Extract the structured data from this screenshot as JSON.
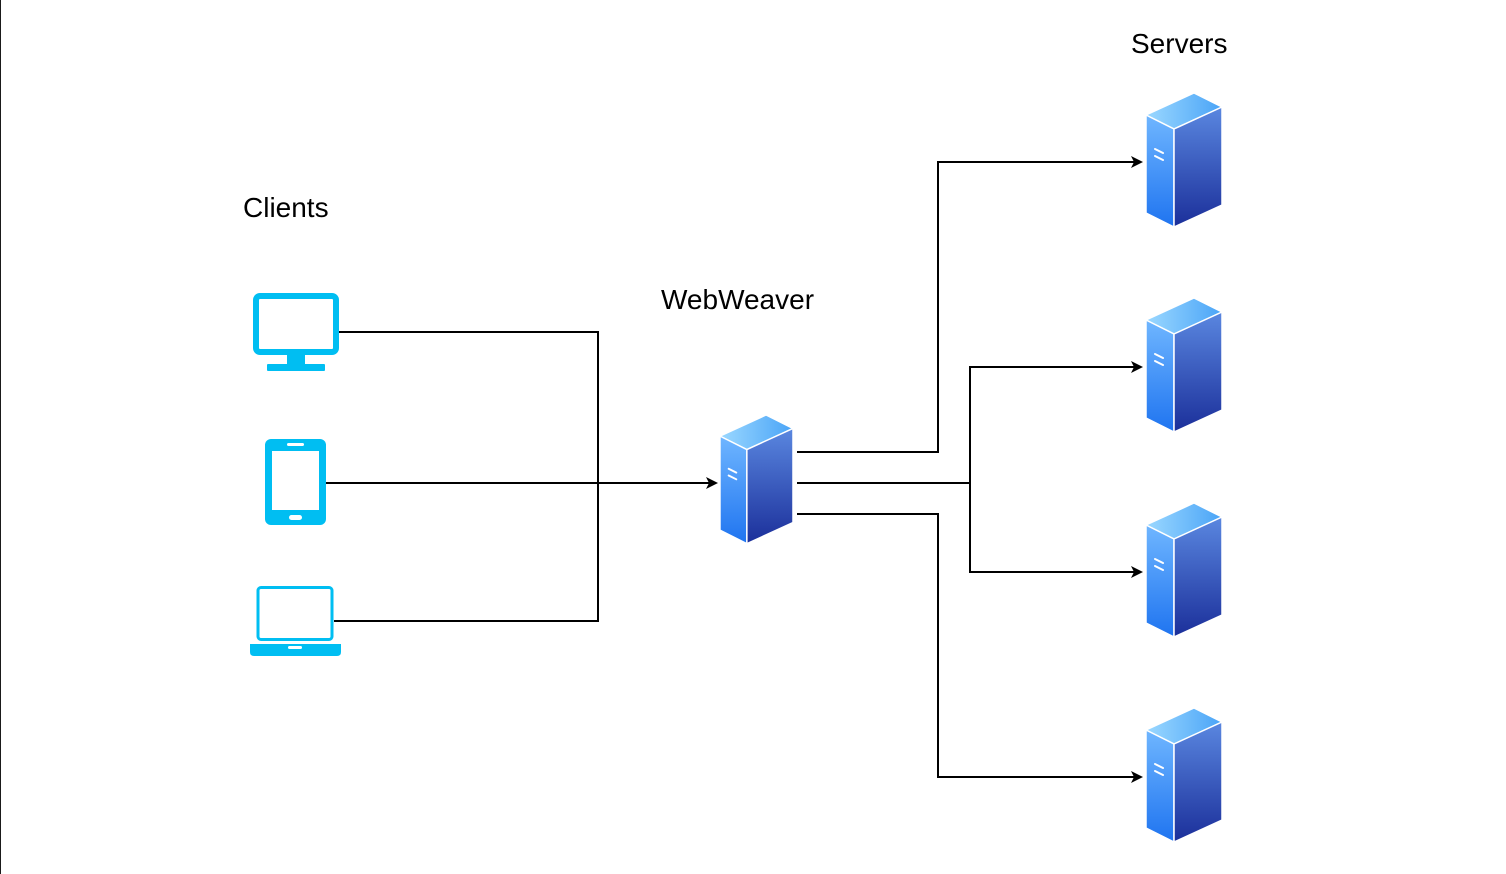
{
  "labels": {
    "clients": "Clients",
    "proxy": "WebWeaver",
    "servers": "Servers"
  },
  "clients": [
    {
      "icon": "desktop-monitor-icon"
    },
    {
      "icon": "tablet-icon"
    },
    {
      "icon": "laptop-icon"
    }
  ],
  "proxy": {
    "icon": "server-tower-icon"
  },
  "servers": [
    {
      "icon": "server-tower-icon"
    },
    {
      "icon": "server-tower-icon"
    },
    {
      "icon": "server-tower-icon"
    },
    {
      "icon": "server-tower-icon"
    }
  ],
  "colors": {
    "client_icon": "#00bef2",
    "server_light": "#8fd0ff",
    "server_mid": "#3d8bf2",
    "server_dark": "#1e3fa8",
    "connector": "#000000"
  }
}
